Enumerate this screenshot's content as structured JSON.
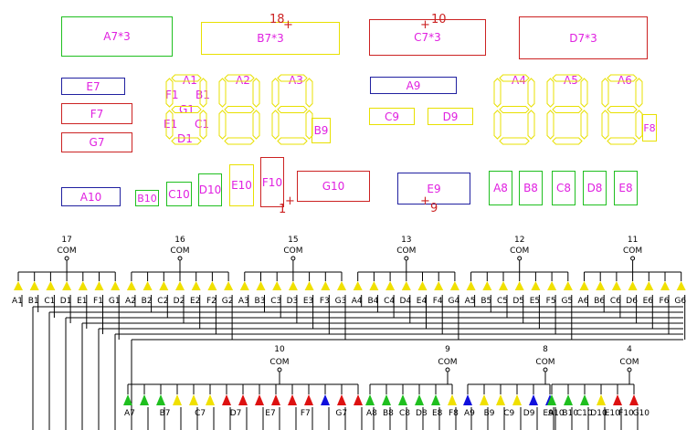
{
  "boxes": {
    "a7x3": "A7*3",
    "b7x3": "B7*3",
    "c7x3": "C7*3",
    "d7x3": "D7*3",
    "e7": "E7",
    "f7": "F7",
    "g7": "G7",
    "a9": "A9",
    "c9": "C9",
    "d9": "D9",
    "b9": "B9",
    "a10": "A10",
    "b10": "B10",
    "c10": "C10",
    "d10": "D10",
    "e10": "E10",
    "f10": "F10",
    "g10": "G10",
    "e9": "E9",
    "a8": "A8",
    "b8": "B8",
    "c8": "C8",
    "d8": "D8",
    "e8": "E8",
    "f8": "F8"
  },
  "digit_labels": {
    "a1": "A1",
    "b1": "B1",
    "f1": "F1",
    "g1": "G1",
    "e1": "E1",
    "c1": "C1",
    "d1": "D1",
    "a2": "A2",
    "a3": "A3",
    "a4": "A4",
    "a5": "A5",
    "a6": "A6"
  },
  "markers": {
    "m18": "18",
    "m10": "10",
    "m1": "1",
    "m9": "9"
  },
  "colors": {
    "green": "#1fbf1f",
    "red": "#dd1111",
    "yellow": "#f0e000",
    "blue": "#1010dd",
    "magenta": "#e020e0",
    "segment": "#e8e000",
    "wire": "#000000"
  },
  "top_groups": [
    {
      "num": "17",
      "com": "COM",
      "pins": [
        "A1",
        "B1",
        "C1",
        "D1",
        "E1",
        "F1",
        "G1"
      ]
    },
    {
      "num": "16",
      "com": "COM",
      "pins": [
        "A2",
        "B2",
        "C2",
        "D2",
        "E2",
        "F2",
        "G2"
      ]
    },
    {
      "num": "15",
      "com": "COM",
      "pins": [
        "A3",
        "B3",
        "C3",
        "D3",
        "E3",
        "F3",
        "G3"
      ]
    },
    {
      "num": "13",
      "com": "COM",
      "pins": [
        "A4",
        "B4",
        "C4",
        "D4",
        "E4",
        "F4",
        "G4"
      ]
    },
    {
      "num": "12",
      "com": "COM",
      "pins": [
        "A5",
        "B5",
        "C5",
        "D5",
        "E5",
        "F5",
        "G5"
      ]
    },
    {
      "num": "11",
      "com": "COM",
      "pins": [
        "A6",
        "B6",
        "C6",
        "D6",
        "E6",
        "F6",
        "G6"
      ]
    }
  ],
  "bottom_groups": [
    {
      "num": "10",
      "com": "COM",
      "labels": [
        "A7",
        "B7",
        "C7",
        "D7",
        "E7",
        "F7",
        "G7"
      ],
      "leds": [
        "green",
        "green",
        "green",
        "yellow",
        "yellow",
        "yellow",
        "red",
        "red",
        "red",
        "red",
        "red",
        "red",
        "blue",
        "red",
        "red"
      ]
    },
    {
      "num": "9",
      "com": "COM",
      "labels": [
        "A8",
        "B8",
        "C8",
        "D8",
        "E8",
        "F8"
      ],
      "leds": [
        "green",
        "green",
        "green",
        "green",
        "green",
        "yellow"
      ]
    },
    {
      "num": "8",
      "com": "COM",
      "labels": [
        "A9",
        "B9",
        "C9",
        "D9",
        "E9"
      ],
      "leds": [
        "blue",
        "yellow",
        "yellow",
        "yellow",
        "blue",
        "blue"
      ]
    },
    {
      "num": "4",
      "com": "COM",
      "labels": [
        "A10",
        "B10",
        "C10",
        "D10",
        "E10",
        "F10",
        "G10"
      ],
      "leds": [
        "green",
        "green",
        "green",
        "yellow",
        "red",
        "red"
      ]
    }
  ]
}
